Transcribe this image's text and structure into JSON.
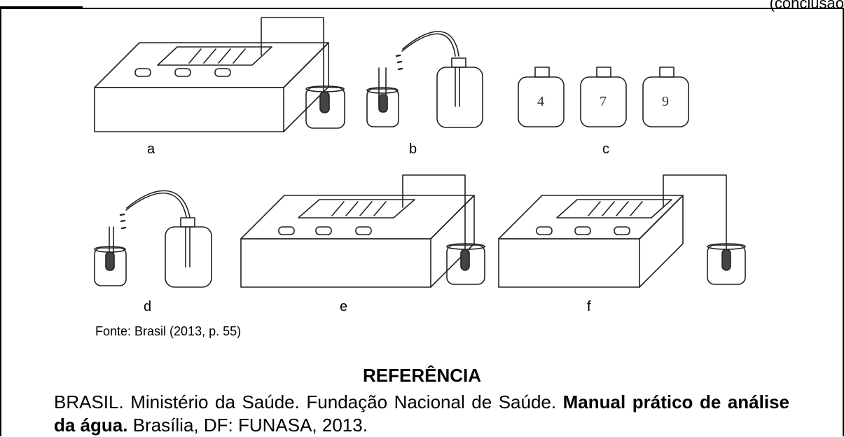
{
  "header": {
    "continued_note": "(conclusão"
  },
  "figure": {
    "labels": {
      "a": "a",
      "b": "b",
      "c": "c",
      "d": "d",
      "e": "e",
      "f": "f"
    },
    "bottles": [
      "4",
      "7",
      "9"
    ],
    "source": "Fonte: Brasil (2013, p. 55)"
  },
  "reference": {
    "heading": "REFERÊNCIA",
    "part1": "BRASIL. Ministério da Saúde. Fundação Nacional de Saúde. ",
    "title_bold": "Manual prático de análise da água.",
    "part2": " Brasília, DF: FUNASA, 2013."
  }
}
